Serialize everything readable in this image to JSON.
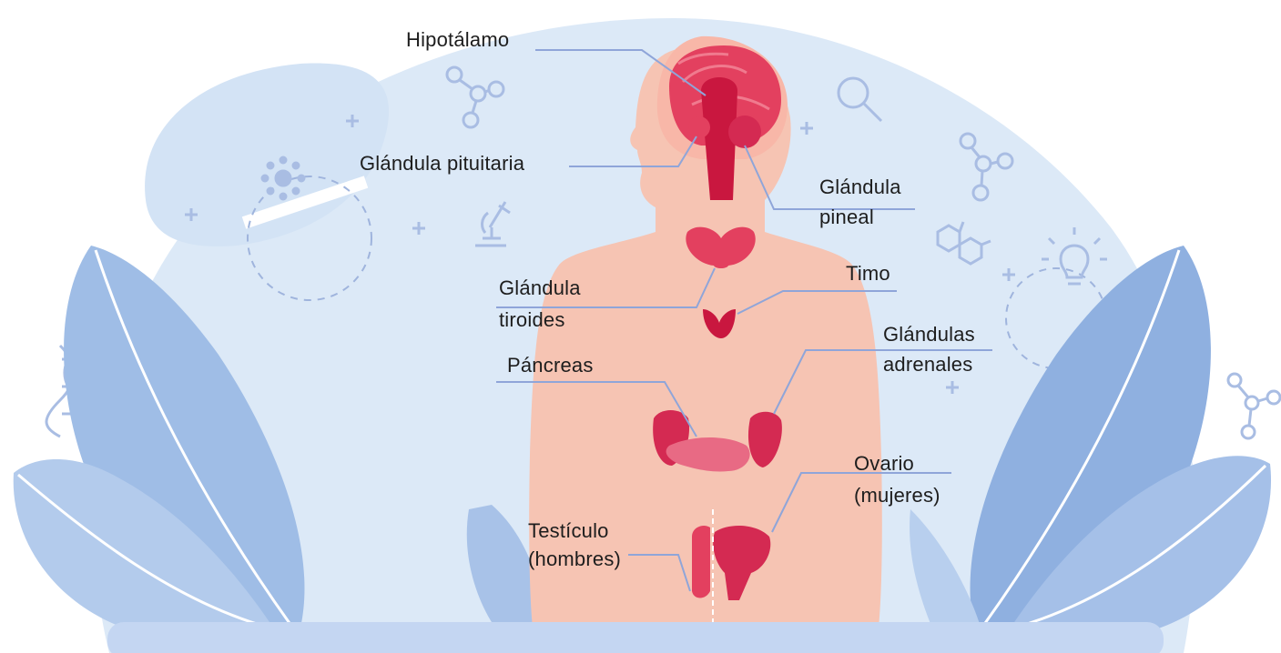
{
  "labels": {
    "hypothalamus": "Hipotálamo",
    "pituitary": "Glándula pituitaria",
    "pineal_l1": "Glándula",
    "pineal_l2": "pineal",
    "thyroid_l1": "Glándula",
    "thyroid_l2": "tiroides",
    "thymus": "Timo",
    "adrenal_l1": "Glándulas",
    "adrenal_l2": "adrenales",
    "pancreas": "Páncreas",
    "ovary_l1": "Ovario",
    "ovary_l2": "(mujeres)",
    "testicle_l1": "Testículo",
    "testicle_l2": "(hombres)"
  },
  "colors": {
    "background_blob": "#dce9f7",
    "body_skin": "#f6c4b3",
    "organ": "#e3405f",
    "organ_light": "#f07a8e",
    "leader_line": "#8fa5d9",
    "leaf": "#9fbde6",
    "leaf_dark": "#6f93cf",
    "base_bar": "#c4d6f2"
  },
  "icons": [
    "molecule-icon",
    "magnifier-icon",
    "microscope-icon",
    "dna-icon",
    "lightbulb-icon",
    "virus-icon",
    "hexagon-molecule-icon"
  ]
}
